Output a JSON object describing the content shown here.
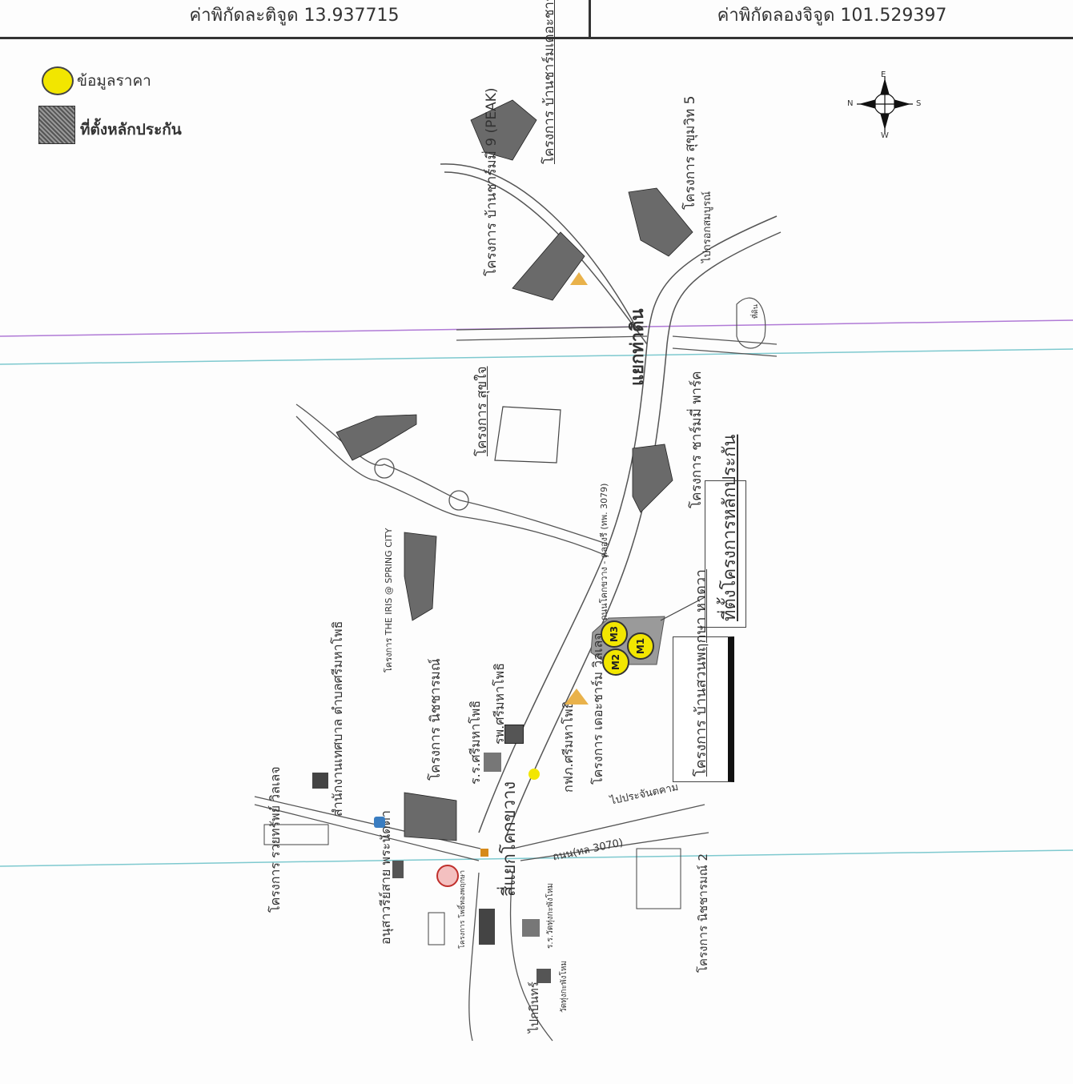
{
  "header": {
    "latitude": "ค่าพิกัดละติจูด 13.937715",
    "longitude": "ค่าพิกัดลองจิจูด 101.529397"
  },
  "legend": {
    "price_data": "ข้อมูลราคา",
    "collateral": "ที่ตั้งหลักประกัน"
  },
  "compass": {
    "n": "N",
    "s": "S",
    "e": "E",
    "w": "W"
  },
  "markers": [
    "M1",
    "M2",
    "M3"
  ],
  "labels": {
    "project_baan_charm_the_charming": "โครงการ บ้านชาร์มเดอะชาร์ม",
    "project_sukhumvit5": "โครงการ สุขุมวิท 5",
    "project_baan_charm9": "โครงการ บ้านชาร์มมี่ 9 (PEAK)",
    "to_sukhumvit": "ไปกรอกสมบูรณ์",
    "intersection_thadin": "แยกท่าดิน",
    "project_sukjai": "โครงการ สุขใจ",
    "project_charm_park": "โครงการ ชาร์มมี่ พาร์ค",
    "collateral_location": "ที่ตั้งโครงการหลักประกัน",
    "project_baan_suan": "โครงการ บ้านสวนพฤกษา หาดวา",
    "road_3079": "ถนนโคกขวาง - คลองรี (ทพ. 3079)",
    "iris_spring_city": "โครงการ THE IRIS @ SPRING CITY",
    "project_nitcharoen": "โครงการ นิชชารมณ์",
    "sub_district_office": "สำนักงานเทศบาล ตำบลศรีมหาโพธิ",
    "school_srimaha": "ร.ร.ศรีมหาโพธิ",
    "hospital_srimaha": "รพ.ศรีมหาโพธิ",
    "project_the_charm_village": "โครงการ เดอะชาร์ม วิลเลจ",
    "post_office": "กฟภ.ศรีมหาโพธิ",
    "intersection_kokkwang": "สี่แยกโคกขวาง",
    "to_prachinburi": "ไปประจันตคาม",
    "road_3070": "ถนน(ทล 3070)",
    "project_raksap_village": "โครงการ รวยทรัพย์ วิลเลจ",
    "monument": "อนุสาวรีย์สาย พระนัดดา",
    "project_nitcharoen2": "โครงการ นิชชารมณ์ 2",
    "to_kabinburi": "ไปกบินทร์",
    "wat_school": "ร.ร.วัดทุ่งกะพังโหม",
    "wat": "วัดทุ่งกะพังโหม",
    "project_small": "โครงการ โพธิ์ทองพฤกษา",
    "thai_land": "ที่ดิน",
    "project_thai": "โครงการ"
  },
  "colors": {
    "marker": "#f2e600",
    "collateral": "#9a9a9a",
    "road": "#555555",
    "guide_purple": "#b07ad6",
    "guide_teal": "#7ec9cf"
  }
}
